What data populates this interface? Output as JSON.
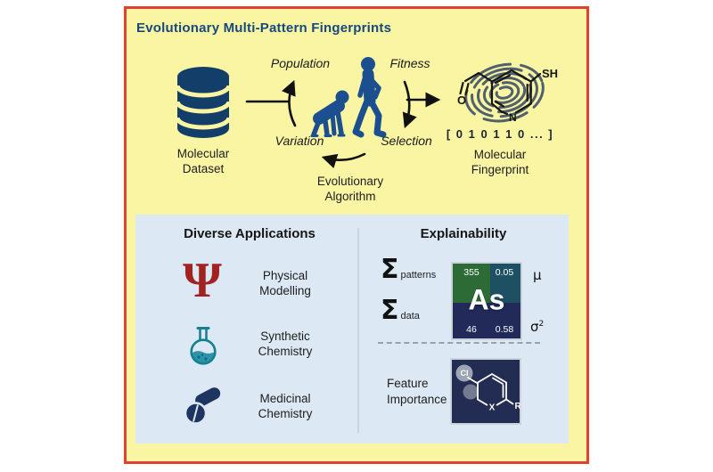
{
  "title": "Evolutionary Multi-Pattern Fingerprints",
  "colors": {
    "frame_border": "#e5402f",
    "panel_bg": "#f9f5a3",
    "title_navy": "#17497c",
    "database_navy": "#133e69",
    "figure_blue": "#1b4f8f",
    "apps_panel_bg": "#dce8f3",
    "psi_red": "#a02321",
    "flask_teal": "#15808f",
    "pills_navy": "#1d3560",
    "card_green": "#2d6b36",
    "card_teal": "#1e5064",
    "card_navy": "#212a58",
    "feature_card_navy": "#232c52",
    "fingerprint_slate": "#50606c"
  },
  "pipeline": {
    "dataset_label_line1": "Molecular",
    "dataset_label_line2": "Dataset",
    "cycle": {
      "population": "Population",
      "fitness": "Fitness",
      "variation": "Variation",
      "selection": "Selection",
      "caption_line1": "Evolutionary",
      "caption_line2": "Algorithm"
    },
    "fingerprint": {
      "bits": "[ 0 1 0 1 1 0 ... ]",
      "label_line1": "Molecular",
      "label_line2": "Fingerprint",
      "atom_sh": "SH",
      "atom_n": "N",
      "atom_o": "O"
    }
  },
  "applications": {
    "header": "Diverse Applications",
    "items": [
      {
        "icon": "psi-icon",
        "glyph": "Ψ",
        "label_line1": "Physical",
        "label_line2": "Modelling"
      },
      {
        "icon": "flask-icon",
        "label_line1": "Synthetic",
        "label_line2": "Chemistry"
      },
      {
        "icon": "pills-icon",
        "label_line1": "Medicinal",
        "label_line2": "Chemistry"
      }
    ]
  },
  "explainability": {
    "header": "Explainability",
    "sums": {
      "sigma": "Σ",
      "patterns_subscript": "patterns",
      "data_subscript": "data"
    },
    "element_card": {
      "symbol": "As",
      "top_left": "355",
      "top_right": "0.05",
      "bottom_left": "46",
      "bottom_right": "0.58"
    },
    "stats": {
      "mu": "μ",
      "sigma": "σ",
      "exponent": "2"
    },
    "feature_importance": {
      "label_line1": "Feature",
      "label_line2": "Importance",
      "atom_cl": "Cl",
      "atom_x": "X",
      "atom_r": "R"
    }
  }
}
